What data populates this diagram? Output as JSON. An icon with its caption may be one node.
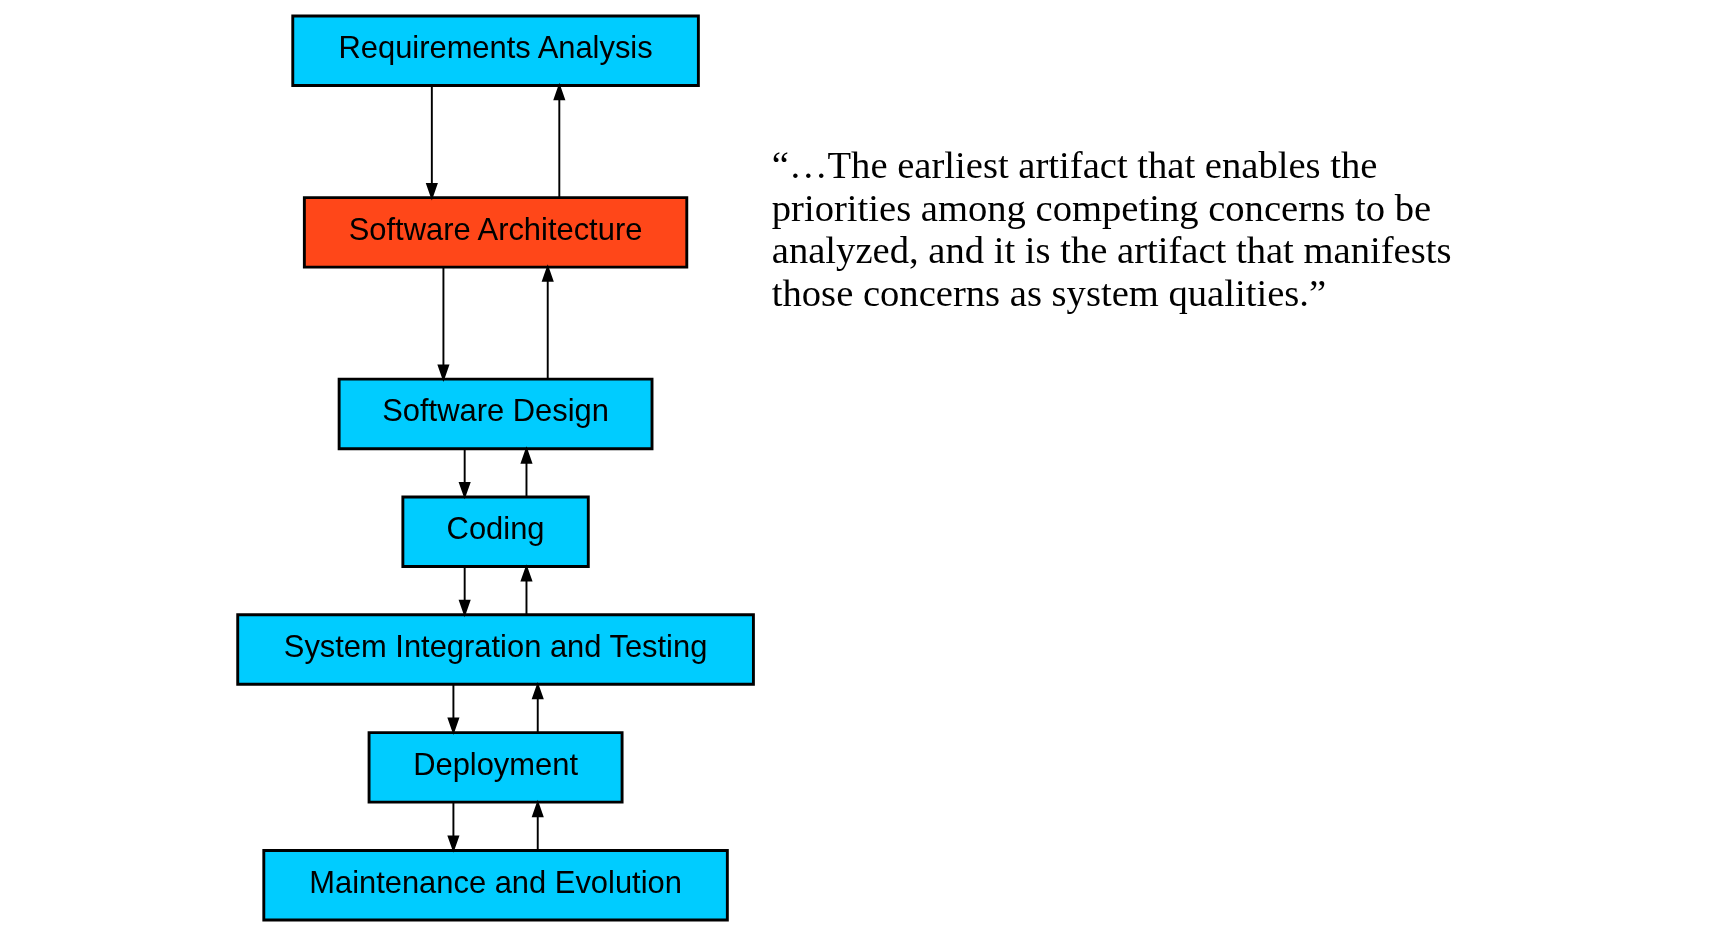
{
  "diagram": {
    "nodes": [
      {
        "text": [
          "Requirements Analysis"
        ]
      },
      {
        "text": [
          "Software Architecture"
        ]
      },
      {
        "text": [
          "Software Design"
        ]
      },
      {
        "text": [
          "Coding"
        ]
      },
      {
        "text": [
          "System Integration and Testing"
        ]
      },
      {
        "text": [
          "Deployment"
        ]
      },
      {
        "text": [
          "Maintenance and Evolution"
        ]
      }
    ],
    "edges": [
      {
        "from": 0,
        "to": 1,
        "arrow": "to"
      },
      {
        "from": 1,
        "to": 0,
        "arrow": "to"
      },
      {
        "from": 1,
        "to": 2,
        "arrow": "to"
      },
      {
        "from": 2,
        "to": 1,
        "arrow": "to"
      },
      {
        "from": 2,
        "to": 3,
        "arrow": "to"
      },
      {
        "from": 3,
        "to": 2,
        "arrow": "to"
      },
      {
        "from": 3,
        "to": 4,
        "arrow": "to"
      },
      {
        "from": 4,
        "to": 3,
        "arrow": "to"
      },
      {
        "from": 4,
        "to": 5,
        "arrow": "to"
      },
      {
        "from": 5,
        "to": 4,
        "arrow": "to"
      },
      {
        "from": 5,
        "to": 6,
        "arrow": "to"
      },
      {
        "from": 6,
        "to": 5,
        "arrow": "to"
      }
    ],
    "labels": [
      "“…The earliest artifact that enables the priorities among competing concerns to be analyzed, and it is the artifact that manifests those concerns as system qualities.”"
    ]
  }
}
